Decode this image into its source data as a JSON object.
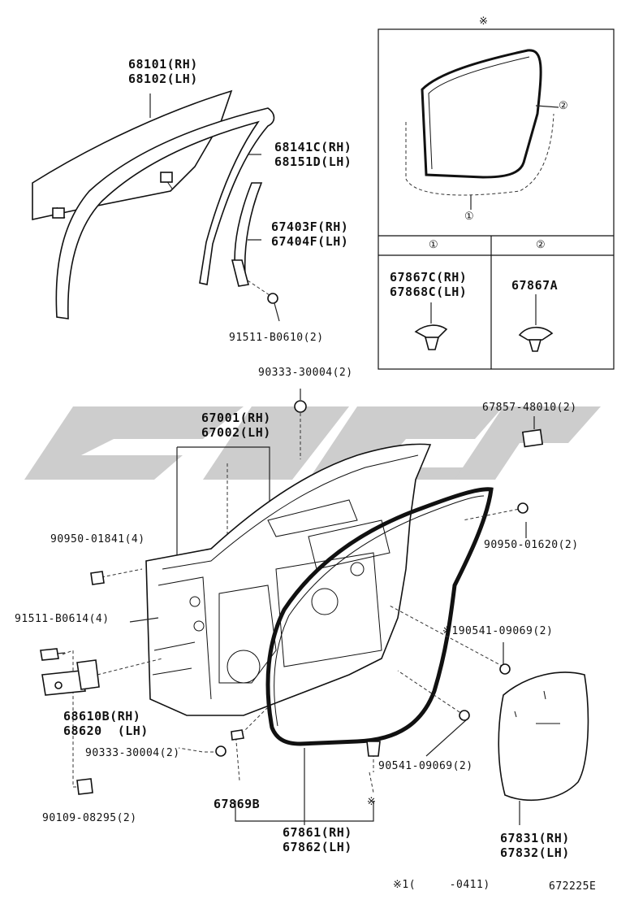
{
  "labels": {
    "glass": "68101(RH)\n68102(LH)",
    "run_channel": "68141C(RH)\n68151D(LH)",
    "sash": "67403F(RH)\n67404F(LH)",
    "screw_top": "91511-B0610(2)",
    "plug_top": "90333-30004(2)",
    "door_panel": "67001(RH)\n67002(LH)",
    "clip_pad": "67857-48010(2)",
    "nut_left": "90950-01841(4)",
    "nut_right": "90950-01620(2)",
    "bolt_hinge": "91511-B0614(4)",
    "clip_mark": "※190541-09069(2)",
    "hinge": "68610B(RH)\n68620  (LH)",
    "plug_bottom": "90333-30004(2)",
    "clip_bottom": "90541-09069(2)",
    "weatherstrip_clip": "67869B",
    "hinge_bolt": "90109-08295(2)",
    "weatherstrip": "67861(RH)\n67862(LH)",
    "cover": "67831(RH)\n67832(LH)"
  },
  "inset": {
    "star": "※",
    "callout_1": "①",
    "callout_2": "②",
    "col1_header": "①",
    "col2_header": "②",
    "col1_part": "67867C(RH)\n67868C(LH)",
    "col2_part": "67867A"
  },
  "footer": {
    "star_bottom": "※",
    "note": "※1(     -0411)",
    "figure_id": "672225E"
  },
  "colors": {
    "watermark": "#c8c8c8",
    "ink": "#111111"
  }
}
